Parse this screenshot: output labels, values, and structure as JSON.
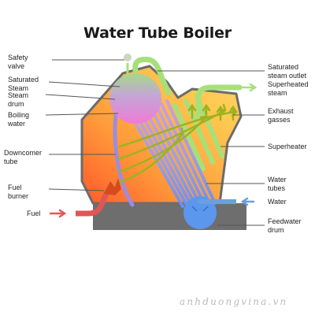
{
  "title": "Water Tube Boiler",
  "labels": {
    "safety_valve": "Safety\nvalve",
    "saturated_steam": "Saturated\nSteam",
    "steam_drum": "Steam\ndrum",
    "boiling_water": "Boiling\nwater",
    "downcomer_tube": "Downcomer\ntube",
    "fuel_burner": "Fuel\nburner",
    "fuel": "Fuel",
    "saturated_steam_outlet": "Saturated\nsteam outlet",
    "superheated_steam": "Superheated\nsteam",
    "exhaust_gasses": "Exhaust\ngasses",
    "superheater": "Superheater",
    "water_tubes": "Water\ntubes",
    "water": "Water",
    "feedwater_drum": "Feedwater\ndrum"
  },
  "watermark": "anhduongvina.vn",
  "colors": {
    "leader_line": "#555555",
    "water_arrow": "#6a9fe0",
    "steam_arrow": "#a7e07a",
    "fuel_arrow": "#e35858",
    "exhaust_arrow": "#9fb21e",
    "base": "#6e6e6e"
  }
}
